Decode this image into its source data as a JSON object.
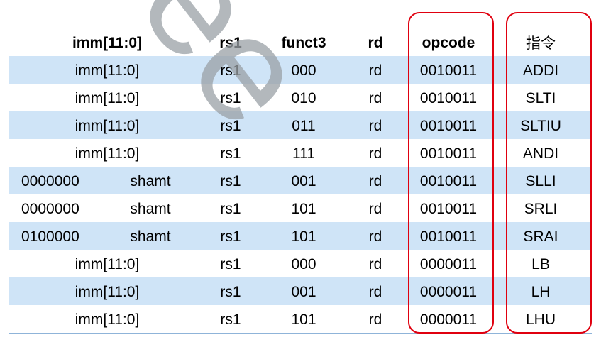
{
  "table": {
    "header": {
      "imm": "imm[11:0]",
      "rs1": "rs1",
      "funct3": "funct3",
      "rd": "rd",
      "opcode": "opcode",
      "instr": "指令"
    },
    "rows": [
      {
        "imm": "imm[11:0]",
        "rs1": "rs1",
        "funct3": "000",
        "rd": "rd",
        "opcode": "0010011",
        "instr": "ADDI"
      },
      {
        "imm": "imm[11:0]",
        "rs1": "rs1",
        "funct3": "010",
        "rd": "rd",
        "opcode": "0010011",
        "instr": "SLTI"
      },
      {
        "imm": "imm[11:0]",
        "rs1": "rs1",
        "funct3": "011",
        "rd": "rd",
        "opcode": "0010011",
        "instr": "SLTIU"
      },
      {
        "imm": "imm[11:0]",
        "rs1": "rs1",
        "funct3": "111",
        "rd": "rd",
        "opcode": "0010011",
        "instr": "ANDI"
      },
      {
        "imm_hi": "0000000",
        "shamt": "shamt",
        "rs1": "rs1",
        "funct3": "001",
        "rd": "rd",
        "opcode": "0010011",
        "instr": "SLLI"
      },
      {
        "imm_hi": "0000000",
        "shamt": "shamt",
        "rs1": "rs1",
        "funct3": "101",
        "rd": "rd",
        "opcode": "0010011",
        "instr": "SRLI"
      },
      {
        "imm_hi": "0100000",
        "shamt": "shamt",
        "rs1": "rs1",
        "funct3": "101",
        "rd": "rd",
        "opcode": "0010011",
        "instr": "SRAI"
      },
      {
        "imm": "imm[11:0]",
        "rs1": "rs1",
        "funct3": "000",
        "rd": "rd",
        "opcode": "0000011",
        "instr": "LB"
      },
      {
        "imm": "imm[11:0]",
        "rs1": "rs1",
        "funct3": "001",
        "rd": "rd",
        "opcode": "0000011",
        "instr": "LH"
      },
      {
        "imm": "imm[11:0]",
        "rs1": "rs1",
        "funct3": "101",
        "rd": "rd",
        "opcode": "0000011",
        "instr": "LHU"
      }
    ]
  },
  "watermark": {
    "text": "lee"
  },
  "colors": {
    "band": "#cfe4f7",
    "highlight_border": "#e0000f",
    "rule": "#8fb4d9",
    "watermark": "#9aa0a6"
  }
}
